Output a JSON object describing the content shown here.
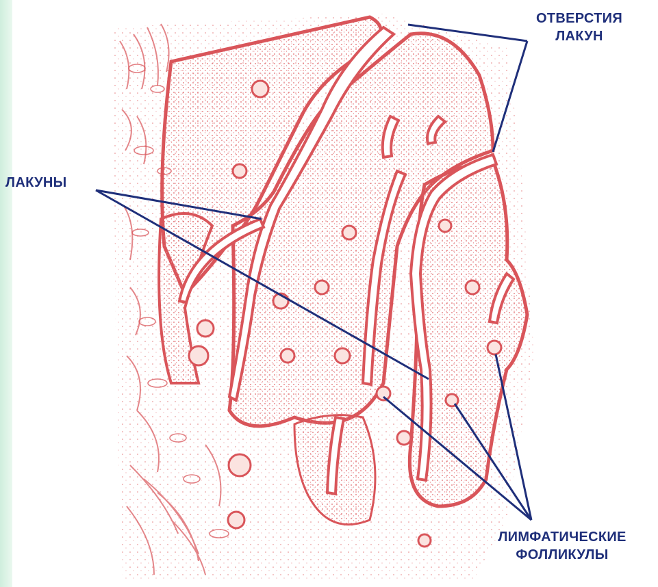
{
  "labels": {
    "openings": {
      "line1": "ОТВЕРСТИЯ",
      "line2": "ЛАКУН"
    },
    "lacunae": "ЛАКУНЫ",
    "follicles": {
      "line1": "ЛИМФАТИЧЕСКИЕ",
      "line2": "ФОЛЛИКУЛЫ"
    }
  },
  "colors": {
    "tissue_fill": "#f5c9c4",
    "tissue_line": "#d9555a",
    "label_text": "#1f2f7a",
    "leader_line": "#1f2f7a",
    "background": "#ffffff"
  }
}
